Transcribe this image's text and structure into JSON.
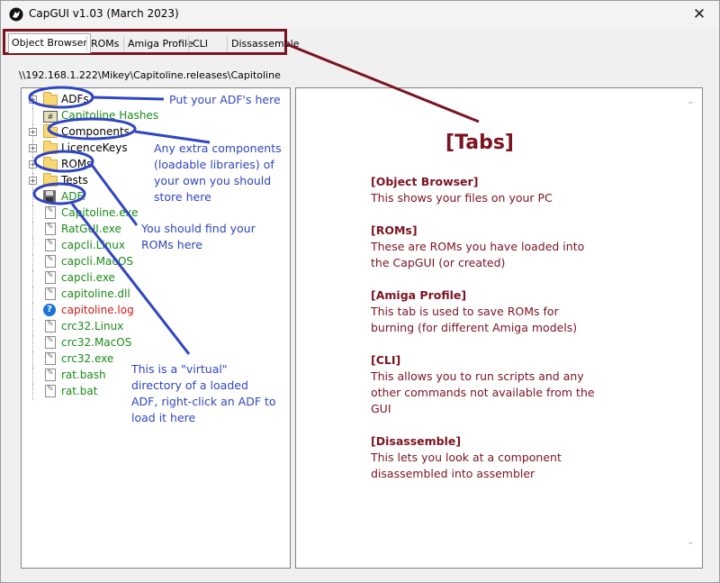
{
  "window": {
    "title": "CapGUI v1.03 (March 2023)",
    "close_glyph": "✕"
  },
  "tabs": [
    {
      "label": "Object Browser"
    },
    {
      "label": "ROMs"
    },
    {
      "label": "Amiga Profile"
    },
    {
      "label": "CLI"
    },
    {
      "label": "Dissassemble"
    }
  ],
  "path": "\\\\192.168.1.222\\Mikey\\Capitoline.releases\\Capitoline",
  "tree": [
    {
      "label": "ADFs",
      "icon": "folder-icon",
      "color": "#000000",
      "expander": "+"
    },
    {
      "label": "Capitoline Hashes",
      "icon": "hash-icon",
      "color": "#1a8a1a",
      "expander": ""
    },
    {
      "label": "Components",
      "icon": "folder-icon",
      "color": "#000000",
      "expander": "+"
    },
    {
      "label": "LicenceKeys",
      "icon": "folder-icon",
      "color": "#000000",
      "expander": "+"
    },
    {
      "label": "ROMs",
      "icon": "folder-icon",
      "color": "#000000",
      "expander": "+"
    },
    {
      "label": "Tests",
      "icon": "folder-icon",
      "color": "#000000",
      "expander": "+"
    },
    {
      "label": "ADF:",
      "icon": "disk-icon",
      "color": "#1a8a1a",
      "expander": ""
    },
    {
      "label": "Capitoline.exe",
      "icon": "file-icon",
      "color": "#1a8a1a",
      "expander": ""
    },
    {
      "label": "RatGUI.exe",
      "icon": "file-icon",
      "color": "#1a8a1a",
      "expander": ""
    },
    {
      "label": "capcli.Linux",
      "icon": "file-icon",
      "color": "#1a8a1a",
      "expander": ""
    },
    {
      "label": "capcli.MacOS",
      "icon": "file-icon",
      "color": "#1a8a1a",
      "expander": ""
    },
    {
      "label": "capcli.exe",
      "icon": "file-icon",
      "color": "#1a8a1a",
      "expander": ""
    },
    {
      "label": "capitoline.dll",
      "icon": "file-icon",
      "color": "#1a8a1a",
      "expander": ""
    },
    {
      "label": "capitoline.log",
      "icon": "help-icon",
      "color": "#d01818",
      "expander": ""
    },
    {
      "label": "crc32.Linux",
      "icon": "file-icon",
      "color": "#1a8a1a",
      "expander": ""
    },
    {
      "label": "crc32.MacOS",
      "icon": "file-icon",
      "color": "#1a8a1a",
      "expander": ""
    },
    {
      "label": "crc32.exe",
      "icon": "file-icon",
      "color": "#1a8a1a",
      "expander": ""
    },
    {
      "label": "rat.bash",
      "icon": "file-icon",
      "color": "#1a8a1a",
      "expander": ""
    },
    {
      "label": "rat.bat",
      "icon": "file-icon",
      "color": "#1a8a1a",
      "expander": ""
    }
  ],
  "info": {
    "title": "[Tabs]",
    "sections": [
      {
        "heading": "[Object Browser]",
        "lines": [
          "This shows your files on your PC"
        ]
      },
      {
        "heading": "[ROMs]",
        "lines": [
          "These are ROMs you have loaded into",
          "the CapGUI (or created)"
        ]
      },
      {
        "heading": "[Amiga Profile]",
        "lines": [
          "This tab is used to save ROMs for",
          "burning (for different Amiga models)"
        ]
      },
      {
        "heading": "[CLI]",
        "lines": [
          "This allows you to run scripts and any",
          "other commands not available from the",
          "GUI"
        ]
      },
      {
        "heading": "[Disassemble]",
        "lines": [
          "This lets you look at a component",
          "disassembled into assembler"
        ]
      }
    ]
  },
  "annotations": [
    {
      "lines": [
        "Put your ADF's here"
      ]
    },
    {
      "lines": [
        "Any extra components",
        "(loadable libraries) of",
        "your own you should",
        "store here"
      ]
    },
    {
      "lines": [
        "You should find your",
        "ROMs here"
      ]
    },
    {
      "lines": [
        "This is a \"virtual\"",
        "directory of a  loaded",
        "ADF, right-click an ADF to",
        "load it here"
      ]
    }
  ],
  "colors": {
    "accent": "#7b1320",
    "annotation": "#3045c2",
    "file_green": "#1a8a1a",
    "log_red": "#d01818"
  }
}
